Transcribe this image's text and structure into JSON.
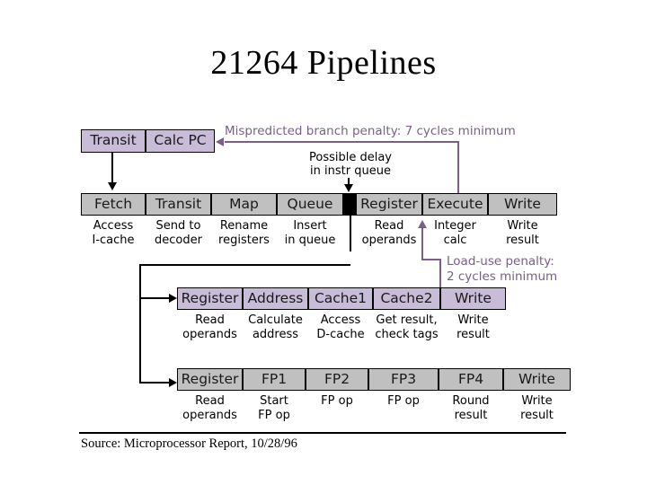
{
  "slide": {
    "title": "21264 Pipelines",
    "footer": "Source: Microprocessor Report, 10/28/96",
    "colors": {
      "purple_fill": "#c8bcd8",
      "gray_fill": "#c0c0c0",
      "annotation_purple": "#7a5f86",
      "black": "#000000",
      "background": "#ffffff"
    }
  },
  "front_end": {
    "stages": [
      {
        "label": "Transit"
      },
      {
        "label": "Calc PC"
      }
    ]
  },
  "integer_pipeline": {
    "stages": [
      {
        "label": "Fetch",
        "desc_line1": "Access",
        "desc_line2": "I-cache"
      },
      {
        "label": "Transit",
        "desc_line1": "Send to",
        "desc_line2": "decoder"
      },
      {
        "label": "Map",
        "desc_line1": "Rename",
        "desc_line2": "registers"
      },
      {
        "label": "Queue",
        "desc_line1": "Insert",
        "desc_line2": "in queue"
      },
      {
        "label": "",
        "desc_line1": "",
        "desc_line2": ""
      },
      {
        "label": "Register",
        "desc_line1": "Read",
        "desc_line2": "operands"
      },
      {
        "label": "Execute",
        "desc_line1": "Integer",
        "desc_line2": "calc"
      },
      {
        "label": "Write",
        "desc_line1": "Write",
        "desc_line2": "result"
      }
    ]
  },
  "memory_pipeline": {
    "stages": [
      {
        "label": "Register",
        "desc_line1": "Read",
        "desc_line2": "operands"
      },
      {
        "label": "Address",
        "desc_line1": "Calculate",
        "desc_line2": "address"
      },
      {
        "label": "Cache1",
        "desc_line1": "Access",
        "desc_line2": "D-cache"
      },
      {
        "label": "Cache2",
        "desc_line1": "Get result,",
        "desc_line2": "check tags"
      },
      {
        "label": "Write",
        "desc_line1": "Write",
        "desc_line2": "result"
      }
    ]
  },
  "fp_pipeline": {
    "stages": [
      {
        "label": "Register",
        "desc_line1": "Read",
        "desc_line2": "operands"
      },
      {
        "label": "FP1",
        "desc_line1": "Start",
        "desc_line2": "FP op"
      },
      {
        "label": "FP2",
        "desc_line1": "FP op",
        "desc_line2": ""
      },
      {
        "label": "FP3",
        "desc_line1": "FP op",
        "desc_line2": ""
      },
      {
        "label": "FP4",
        "desc_line1": "Round",
        "desc_line2": "result"
      },
      {
        "label": "Write",
        "desc_line1": "Write",
        "desc_line2": "result"
      }
    ]
  },
  "annotations": {
    "mispredict": "Mispredicted branch penalty: 7 cycles minimum",
    "queue_delay_line1": "Possible delay",
    "queue_delay_line2": "in instr queue",
    "load_use_line1": "Load-use penalty:",
    "load_use_line2": "2 cycles minimum"
  }
}
